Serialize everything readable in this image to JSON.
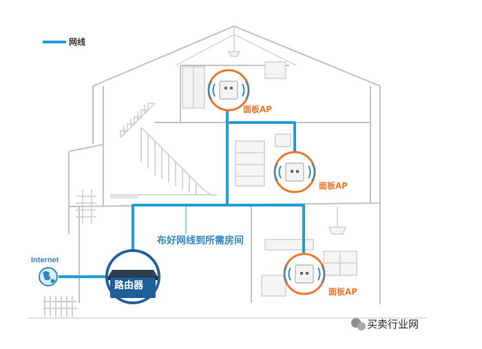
{
  "legend": {
    "label": "网线"
  },
  "panels": [
    {
      "label": "面板AP"
    },
    {
      "label": "面板AP"
    },
    {
      "label": "面板AP"
    }
  ],
  "cable_note": "布好网线到所需房间",
  "internet_label": "Internet",
  "router_label": "路由器",
  "watermark": "买卖行业网",
  "colors": {
    "cable": "#1d9fd6",
    "panel_ring": "#e8762c",
    "house_line": "#bfbfbf",
    "router_body": "#2c3e50",
    "router_circle": "#1f5f99"
  }
}
